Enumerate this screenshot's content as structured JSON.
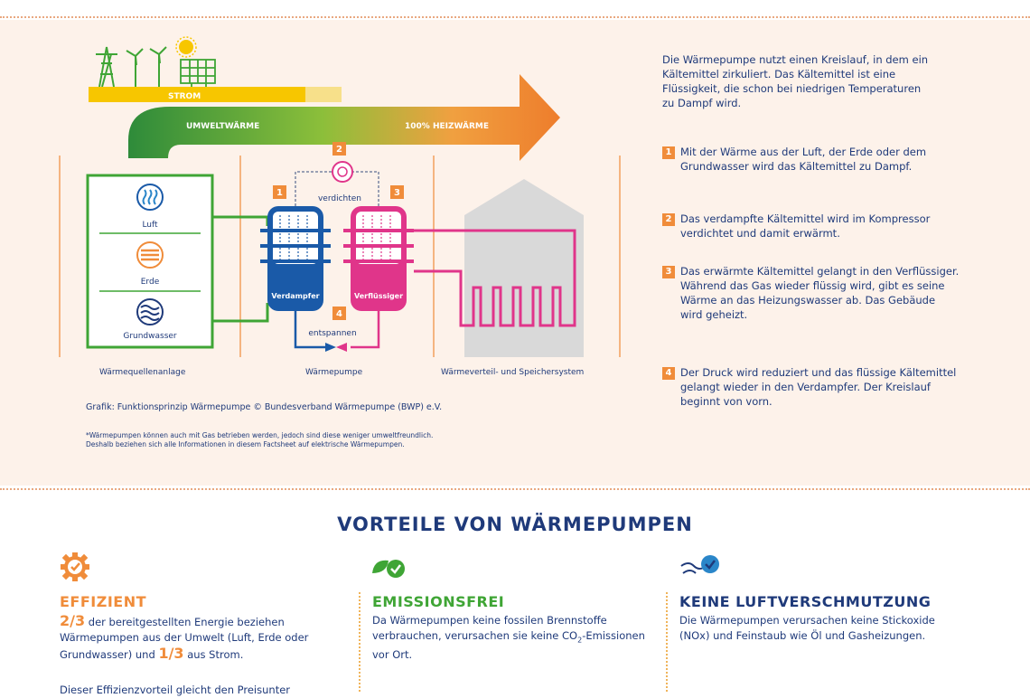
{
  "diagram": {
    "strom_label": "STROM",
    "umwelt_label": "UMWELTWÄRME",
    "heiz_label": "100% HEIZWÄRME",
    "sources": [
      "Luft",
      "Erde",
      "Grundwasser"
    ],
    "step_numbers": [
      "1",
      "2",
      "3",
      "4"
    ],
    "verdichten": "verdichten",
    "entspannen": "entspannen",
    "verdampfer": "Verdampfer",
    "verfluessiger": "Verflüssiger",
    "section_labels": [
      "Wärmequellenanlage",
      "Wärmepumpe",
      "Wärmeverteil- und Speichersystem"
    ],
    "caption": "Grafik: Funktionsprinzip Wärmepumpe © Bundesverband Wärmepumpe (BWP) e.V.",
    "footnote_line1": "*Wärmepumpen können auch mit Gas betrieben werden, jedoch sind diese weniger umweltfreundlich.",
    "footnote_line2": "Deshalb beziehen sich alle Informationen in diesem Factsheet auf elektrische Wärmepumpen."
  },
  "explanation": {
    "intro": "Die Wärmepumpe nutzt einen Kreislauf, in dem ein Kältemittel zirkuliert. Das Kältemittel ist eine Flüssigkeit, die schon bei niedrigen Temperaturen zu Dampf wird.",
    "steps": [
      {
        "num": "1",
        "text": "Mit der Wärme aus der Luft, der Erde oder dem Grundwasser wird das Kältemittel zu Dampf."
      },
      {
        "num": "2",
        "text": "Das verdampfte Kältemittel wird im Kompressor verdichtet und damit erwärmt."
      },
      {
        "num": "3",
        "text": "Das erwärmte Kältemittel gelangt in den Verflüssiger. Während das Gas wieder flüssig wird, gibt es seine Wärme an das Heizungswasser ab. Das Gebäude wird geheizt."
      },
      {
        "num": "4",
        "text": "Der Druck wird reduziert und das flüssige Kältemittel gelangt wieder in den Verdampfer. Der Kreislauf beginnt von vorn."
      }
    ]
  },
  "advantages": {
    "title": "VORTEILE VON WÄRMEPUMPEN",
    "items": [
      {
        "icon": "gear-check-icon",
        "heading": "EFFIZIENT",
        "color": "#f08c3a",
        "text_a": "2/3",
        "text_b": " der bereitgestellten Energie beziehen Wärmepumpen aus der Umwelt (Luft, Erde oder Grundwasser) und ",
        "text_c": "1/3",
        "text_d": " aus Strom.",
        "text_cut": "Dieser Effizienzvorteil gleicht den Preisunter"
      },
      {
        "icon": "leaf-check-icon",
        "heading": "EMISSIONSFREI",
        "color": "#3fa535",
        "text_main": "Da Wärmepumpen keine fossilen Brennstoffe verbrauchen, verursachen sie keine ",
        "text_co": "CO",
        "text_sub": "2",
        "text_tail": "-Emissionen vor Ort."
      },
      {
        "icon": "air-check-icon",
        "heading": "KEINE LUFTVERSCHMUTZUNG",
        "color": "#1f3a7a",
        "text": "Die Wärmepumpen verursachen keine Stickoxide (NOx) und Feinstaub wie Öl und Gasheizungen."
      }
    ]
  },
  "colors": {
    "orange": "#f08c3a",
    "green": "#3fa535",
    "navy": "#1f3a7a",
    "blue": "#1a5aa8",
    "pink": "#e0358a",
    "panel": "#fdf2ea"
  }
}
